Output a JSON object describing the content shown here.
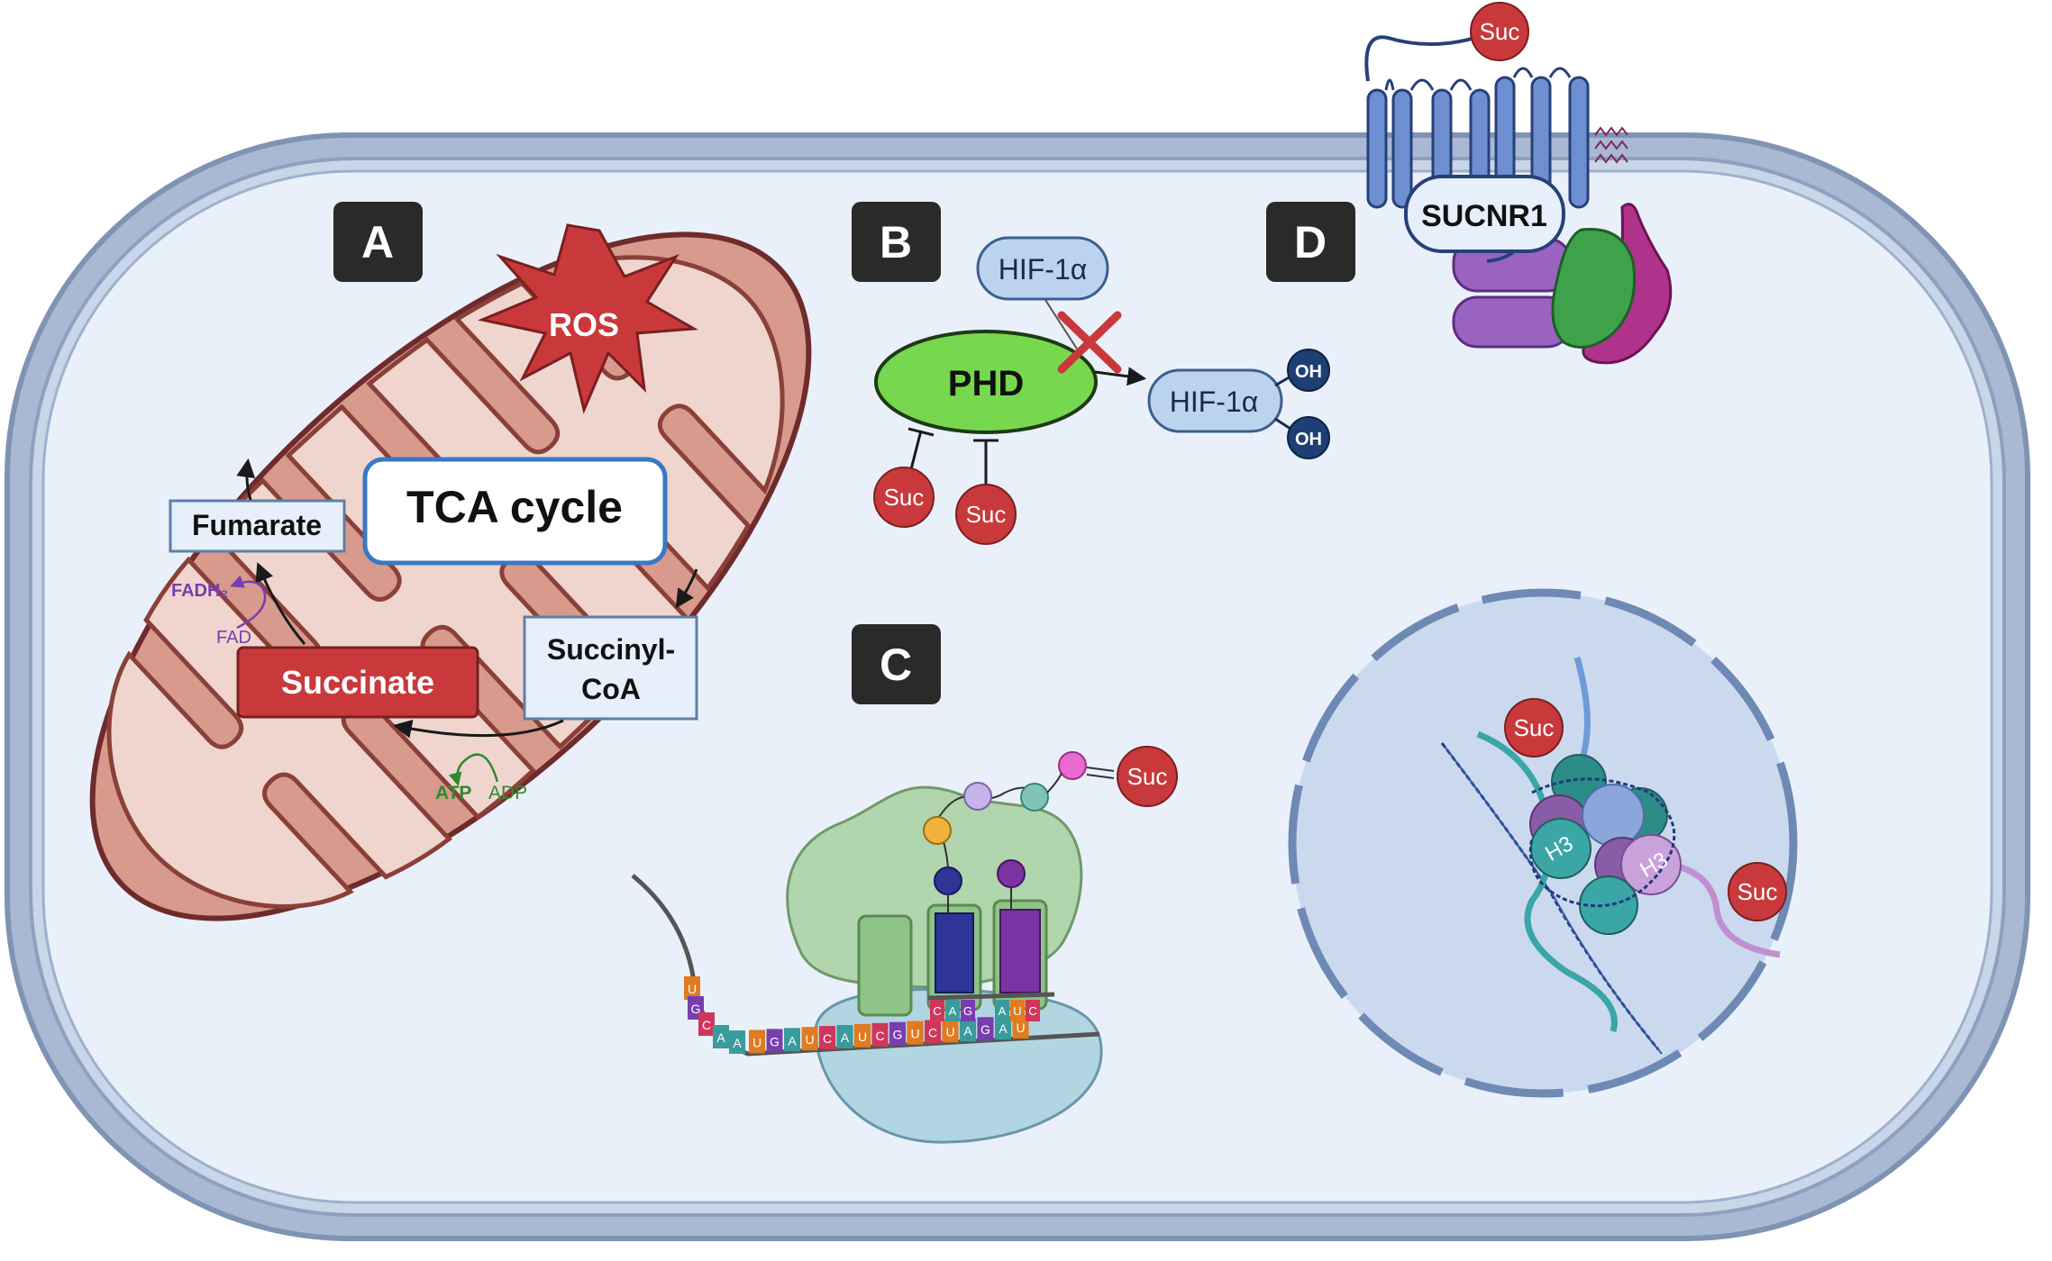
{
  "panels": {
    "a": "A",
    "b": "B",
    "c": "C",
    "d": "D"
  },
  "mito": {
    "ros": "ROS",
    "tca": "TCA cycle",
    "fumarate": "Fumarate",
    "succinate": "Succinate",
    "succinyl_line1": "Succinyl-",
    "succinyl_line2": "CoA",
    "fadh2": "FADH₂",
    "fad": "FAD",
    "atp": "ATP",
    "adp": "ADP"
  },
  "hif": {
    "hif_top": "HIF-1α",
    "phd": "PHD",
    "hif_right": "HIF-1α",
    "oh1": "OH",
    "oh2": "OH",
    "suc1": "Suc",
    "suc2": "Suc"
  },
  "ribosome": {
    "suc": "Suc",
    "trna1": [
      "C",
      "A",
      "G"
    ],
    "trna2": [
      "A",
      "U",
      "C"
    ],
    "mrna": [
      "U",
      "G",
      "C",
      "A",
      "A",
      "U",
      "G",
      "A",
      "U",
      "C",
      "A",
      "U",
      "C",
      "G",
      "U",
      "C",
      "U",
      "A",
      "G",
      "A",
      "U"
    ]
  },
  "receptor": {
    "suc": "Suc",
    "label": "SUCNR1"
  },
  "nucleus": {
    "suc1": "Suc",
    "suc2": "Suc",
    "h3a": "H3",
    "h3b": "H3"
  },
  "colors": {
    "membrane": "#8ea3c2",
    "cytoplasm": "#eaf0fa",
    "mito_outer": "#d89a8c",
    "mito_inner": "#f0d5cf",
    "suc_red": "#c9393b",
    "phd_green": "#77d84f",
    "hif_blue": "#bcd3ef",
    "nucleus": "#cbd9ef"
  }
}
